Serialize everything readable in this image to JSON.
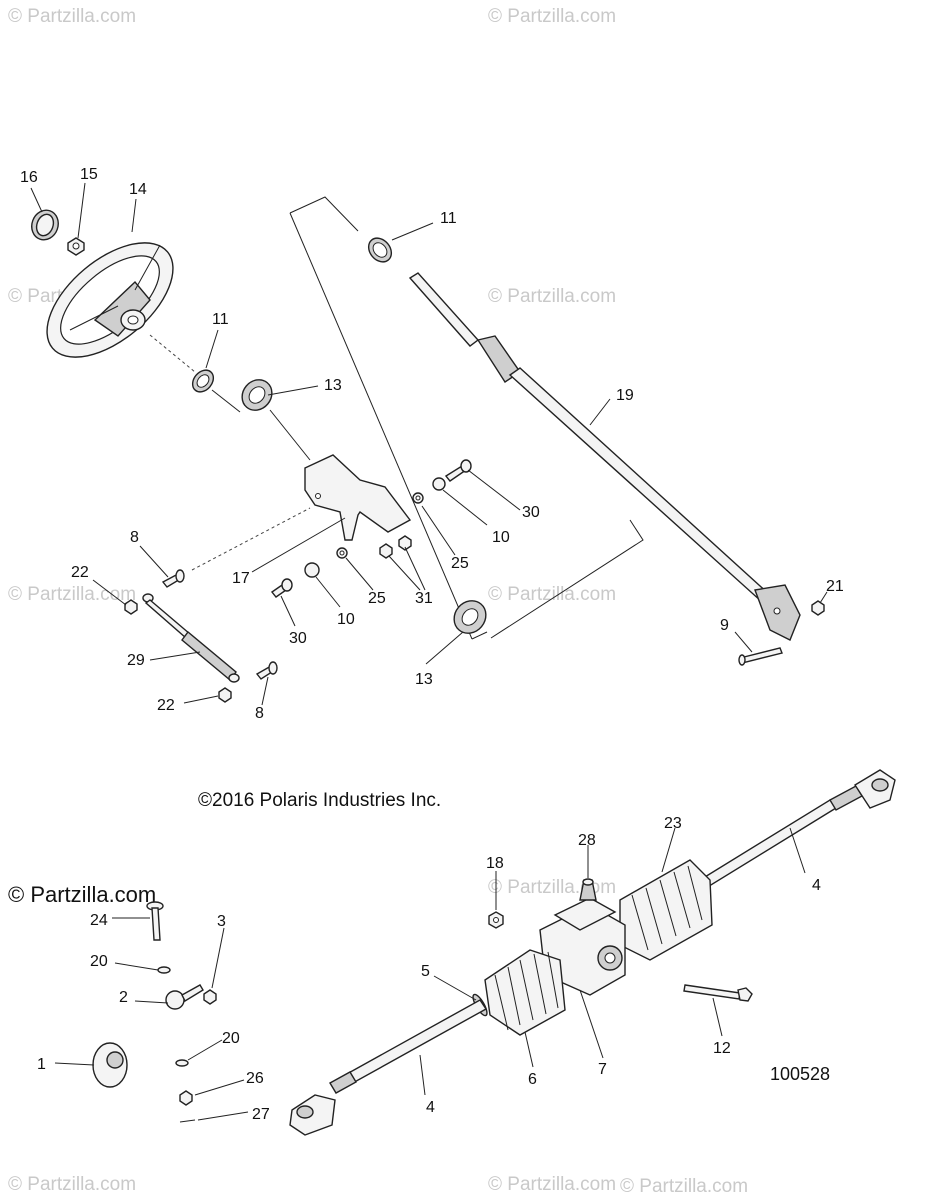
{
  "watermarks": [
    "© Partzilla.com",
    "© Partzilla.com",
    "© Partzilla.com",
    "© Partzilla.com",
    "© Partzilla.com",
    "© Partzilla.com",
    "© Partzilla.com",
    "© Partzilla.com",
    "© Partzilla.com",
    "© Partzilla.com"
  ],
  "watermark_strong": "© Partzilla.com",
  "copyright": "©2016 Polaris Industries Inc.",
  "figure_id": "100528",
  "callouts": [
    "16",
    "15",
    "14",
    "11",
    "11",
    "13",
    "19",
    "30",
    "10",
    "25",
    "8",
    "17",
    "25",
    "31",
    "10",
    "30",
    "22",
    "29",
    "22",
    "8",
    "13",
    "21",
    "9",
    "23",
    "28",
    "4",
    "18",
    "24",
    "3",
    "20",
    "2",
    "20",
    "1",
    "26",
    "27",
    "5",
    "6",
    "7",
    "12",
    "4"
  ]
}
